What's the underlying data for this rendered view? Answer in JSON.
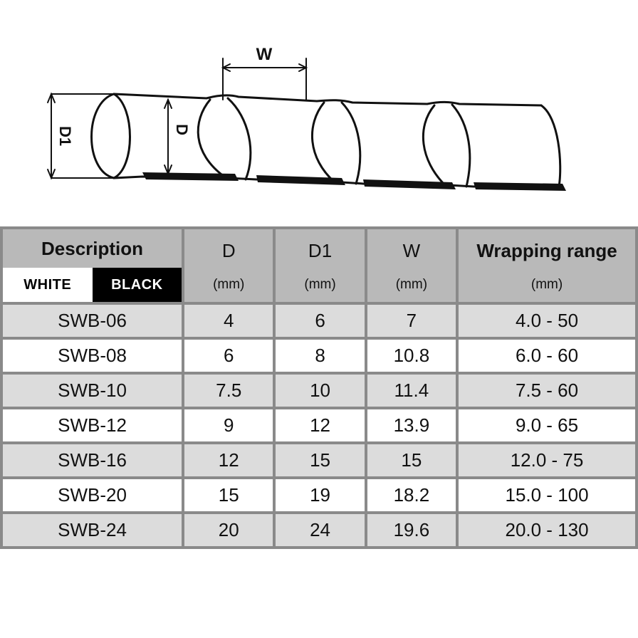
{
  "diagram": {
    "label_w": "W",
    "label_d": "D",
    "label_d1": "D1"
  },
  "table": {
    "description_header": "Description",
    "color_white": "WHITE",
    "color_black": "BLACK",
    "columns": [
      {
        "name": "D",
        "unit": "(mm)"
      },
      {
        "name": "D1",
        "unit": "(mm)"
      },
      {
        "name": "W",
        "unit": "(mm)"
      },
      {
        "name": "Wrapping range",
        "unit": "(mm)"
      }
    ],
    "rows": [
      {
        "model": "SWB-06",
        "d": "4",
        "d1": "6",
        "w": "7",
        "range": "4.0 - 50"
      },
      {
        "model": "SWB-08",
        "d": "6",
        "d1": "8",
        "w": "10.8",
        "range": "6.0 - 60"
      },
      {
        "model": "SWB-10",
        "d": "7.5",
        "d1": "10",
        "w": "11.4",
        "range": "7.5 - 60"
      },
      {
        "model": "SWB-12",
        "d": "9",
        "d1": "12",
        "w": "13.9",
        "range": "9.0 - 65"
      },
      {
        "model": "SWB-16",
        "d": "12",
        "d1": "15",
        "w": "15",
        "range": "12.0 - 75"
      },
      {
        "model": "SWB-20",
        "d": "15",
        "d1": "19",
        "w": "18.2",
        "range": "15.0 - 100"
      },
      {
        "model": "SWB-24",
        "d": "20",
        "d1": "24",
        "w": "19.6",
        "range": "20.0 - 130"
      }
    ]
  }
}
